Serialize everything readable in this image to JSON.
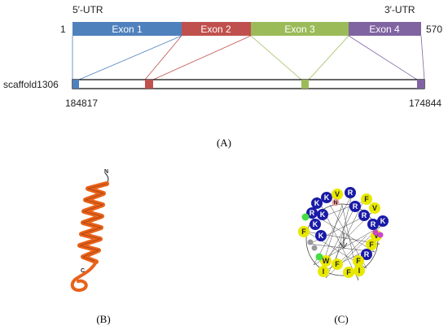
{
  "gene": {
    "utr5_label": "5′-UTR",
    "utr3_label": "3′-UTR",
    "start_pos": "1",
    "end_pos": "570",
    "scaffold_label": "scaffold1306",
    "scaffold_left_coord": "184817",
    "scaffold_right_coord": "174844",
    "exons": [
      {
        "label": "Exon 1",
        "color": "#4f81bd"
      },
      {
        "label": "Exon 2",
        "color": "#c0504d"
      },
      {
        "label": "Exon 3",
        "color": "#9bbb59"
      },
      {
        "label": "Exon 4",
        "color": "#8064a2"
      }
    ]
  },
  "structure": {
    "n_label": "N",
    "c_label": "C",
    "helix_color": "#e8621a"
  },
  "wheel": {
    "residues": [
      "K",
      "V",
      "K",
      "N",
      "R",
      "R",
      "F",
      "V",
      "R",
      "K",
      "R",
      "K",
      "R",
      "K",
      "K",
      "F",
      "F",
      "R",
      "V",
      "F",
      "I",
      "W",
      "I",
      "F",
      "F"
    ]
  },
  "panels": {
    "a": "(A)",
    "b": "(B)",
    "c": "(C)"
  }
}
